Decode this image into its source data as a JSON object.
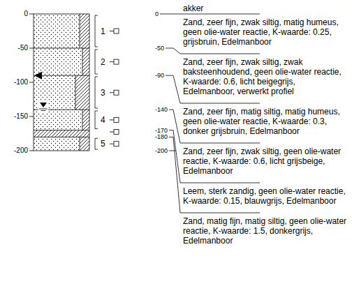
{
  "diagram": {
    "labels": [
      "0",
      "-50",
      "-100",
      "-150",
      "-200",
      "1",
      "2",
      "3",
      "4",
      "5",
      "0",
      "akker",
      "Zand, zeer fijn, zwak siltig, matig humeus, geen olie-water reactie, K-waarde: 0.25, grijsbruin, Edelmanboor",
      "-50",
      "Zand, zeer fijn, zwak siltig, zwak baksteenhoudend, geen olie-water reactie, K-waarde: 0.6, licht beigegrijs, Edelmanboor, verwerkt profiel",
      "-90",
      "Zand, zeer fijn, matig siltig, matig humeus, geen olie-water reactie, K-waarde: 0.3, donker grijsbruin, Edelmanboor",
      "-140",
      "Zand, zeer fijn, zwak siltig, geen olie-water reactie, K-waarde: 0.6, licht grijsbeige, Edelmanboor",
      "-170",
      "-180",
      "Leem, sterk zandig, geen olie-water reactie, K-waarde: 0.15, blauwgrijs, Edelmanboor",
      "Zand, matig fijn, matig siltig, geen olie-water reactie, K-waarde: 1.5, donkergrijs, Edelmanboor",
      "-200"
    ]
  }
}
